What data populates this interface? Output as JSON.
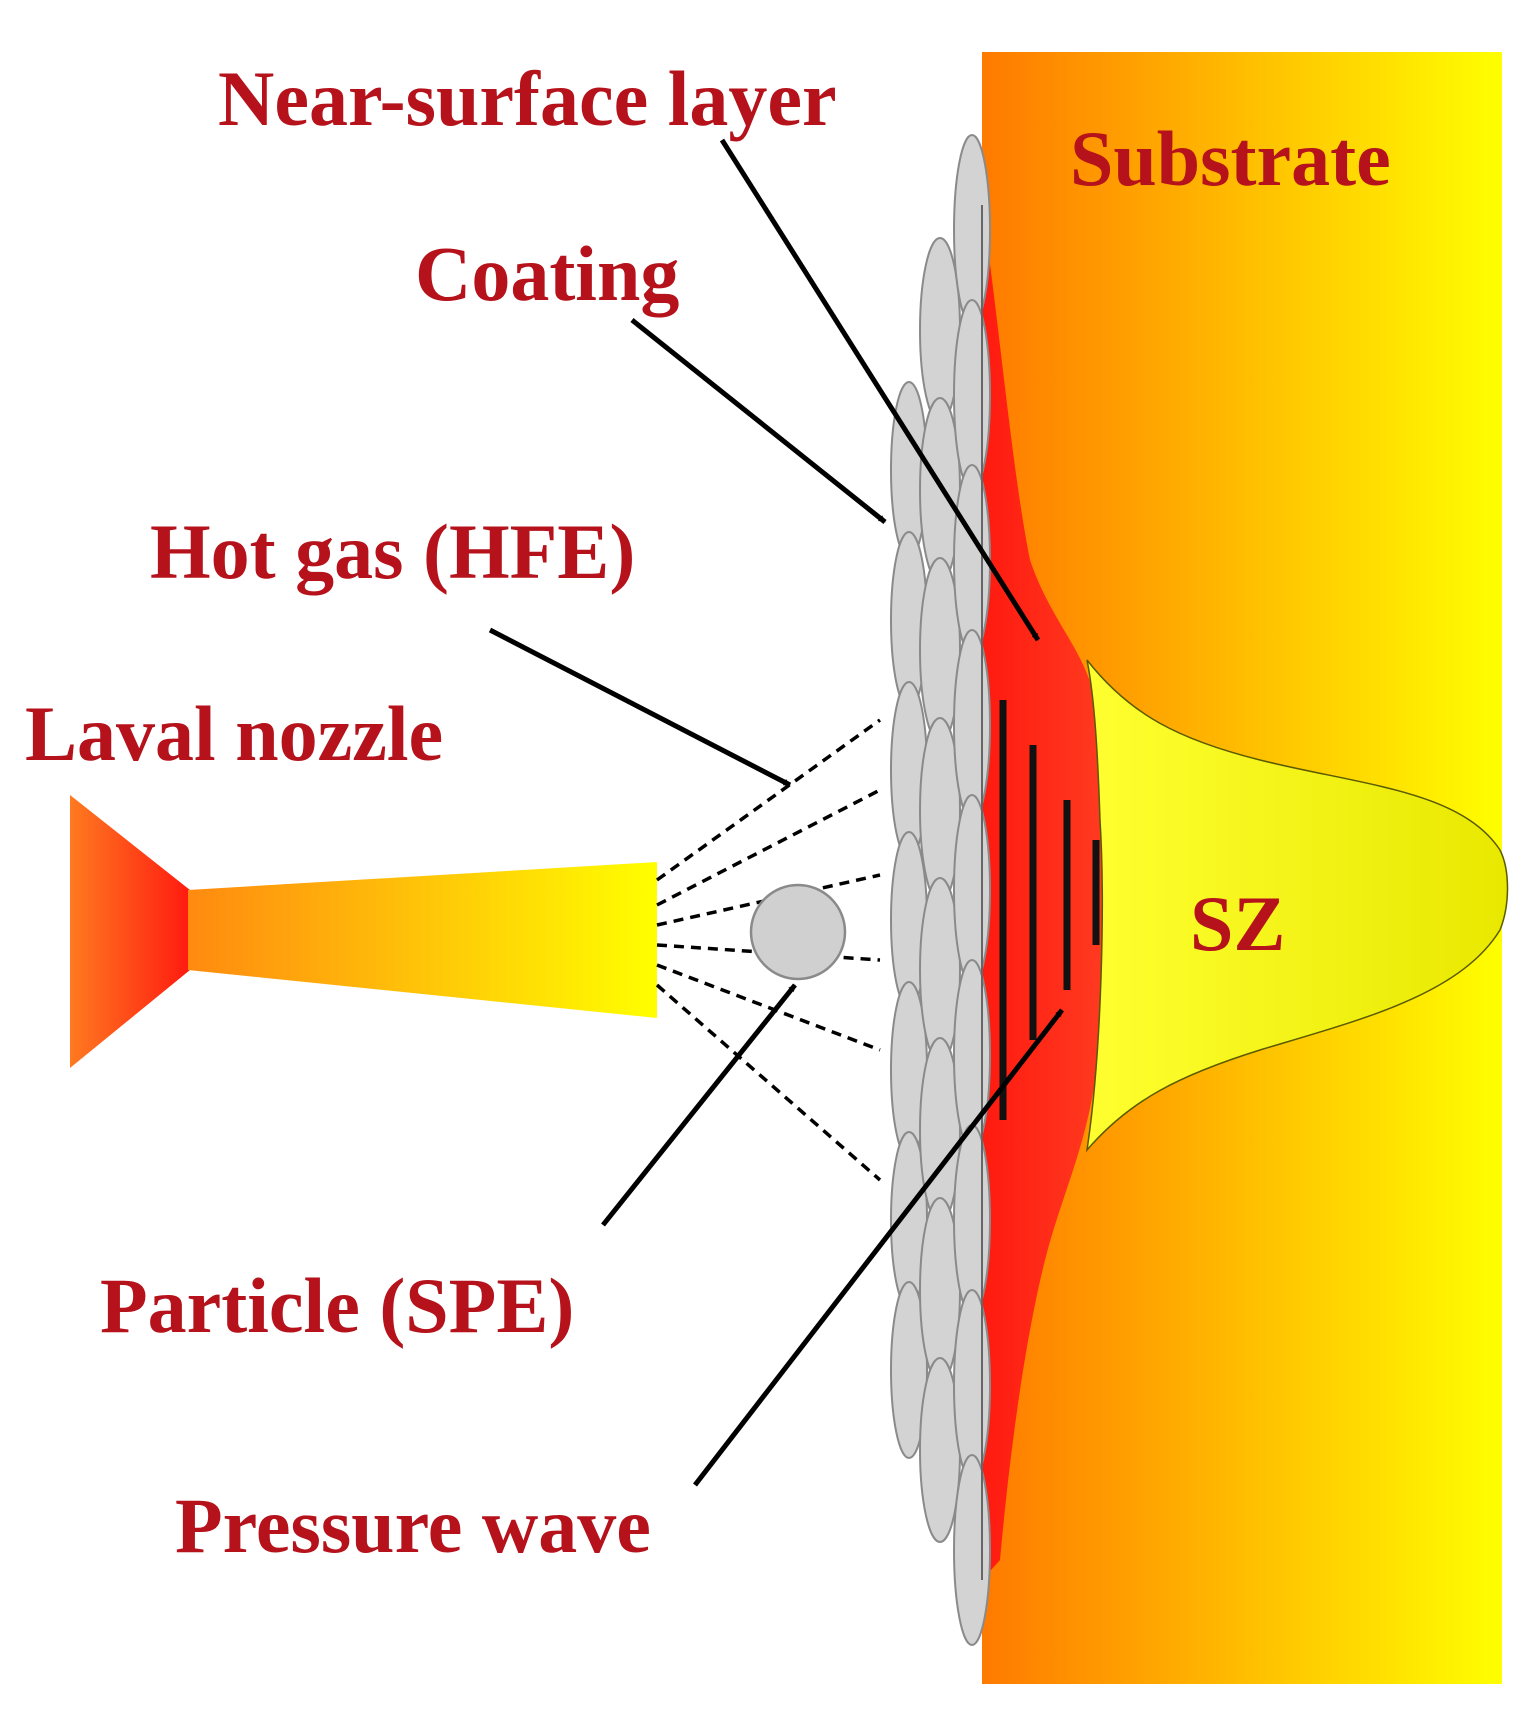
{
  "labels": {
    "near_surface_layer": "Near-surface layer",
    "substrate": "Substrate",
    "coating": "Coating",
    "hot_gas": "Hot gas (HFE)",
    "laval_nozzle": "Laval nozzle",
    "sz": "SZ",
    "particle": "Particle (SPE)",
    "pressure_wave": "Pressure wave"
  },
  "colors": {
    "label_text": "#b5121b",
    "arrow": "#000000",
    "substrate_left": "#ff7a00",
    "substrate_right": "#ffff00",
    "near_surface_layer": "#ff2a1a",
    "sz_zone": "#ffff20",
    "coating_splat": "#d3d3d3",
    "coating_outline": "#8a8a8a",
    "nozzle_hot": "#ff2a1a",
    "nozzle_warm": "#ff8a10",
    "nozzle_cool": "#ffff00"
  }
}
